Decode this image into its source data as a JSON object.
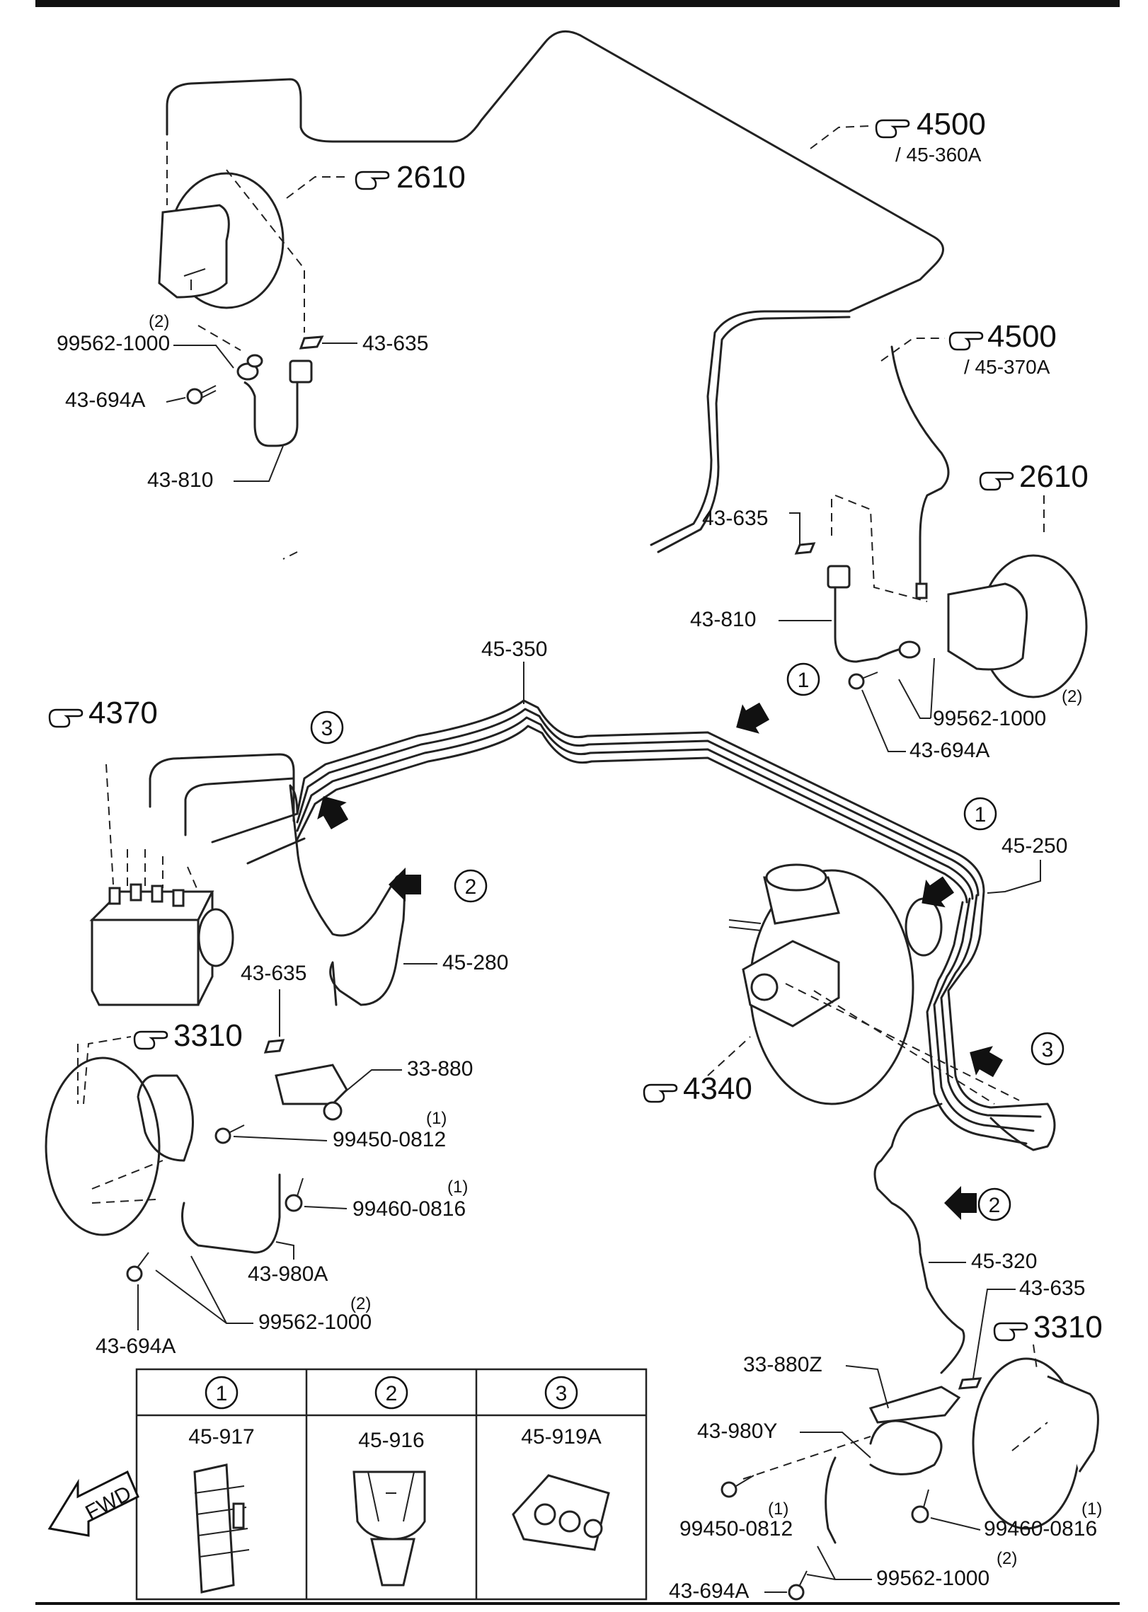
{
  "parts": {
    "p4500a": "4500",
    "p4500a_sub": "/ 45-360A",
    "p4500b": "4500",
    "p4500b_sub": "/ 45-370A",
    "p2610a": "2610",
    "p2610b": "2610",
    "p4370": "4370",
    "p4340": "4340",
    "p3310a": "3310",
    "p3310b": "3310",
    "p45_350": "45-350",
    "p45_250": "45-250",
    "p45_280": "45-280",
    "p45_320": "45-320",
    "p43_635": "43-635",
    "p43_810": "43-810",
    "p43_694a": "43-694A",
    "p99562": "99562-1000",
    "qty2": "(2)",
    "qty1": "(1)",
    "p33_880": "33-880",
    "p33_880z": "33-880Z",
    "p99450": "99450-0812",
    "p99460": "99460-0816",
    "p43_980a": "43-980A",
    "p43_980y": "43-980Y"
  },
  "callouts": [
    "1",
    "2",
    "3"
  ],
  "legend": {
    "headers": [
      "1",
      "2",
      "3"
    ],
    "items": [
      "45-917",
      "45-916",
      "45-919A"
    ]
  },
  "fwd_label": "FWD"
}
